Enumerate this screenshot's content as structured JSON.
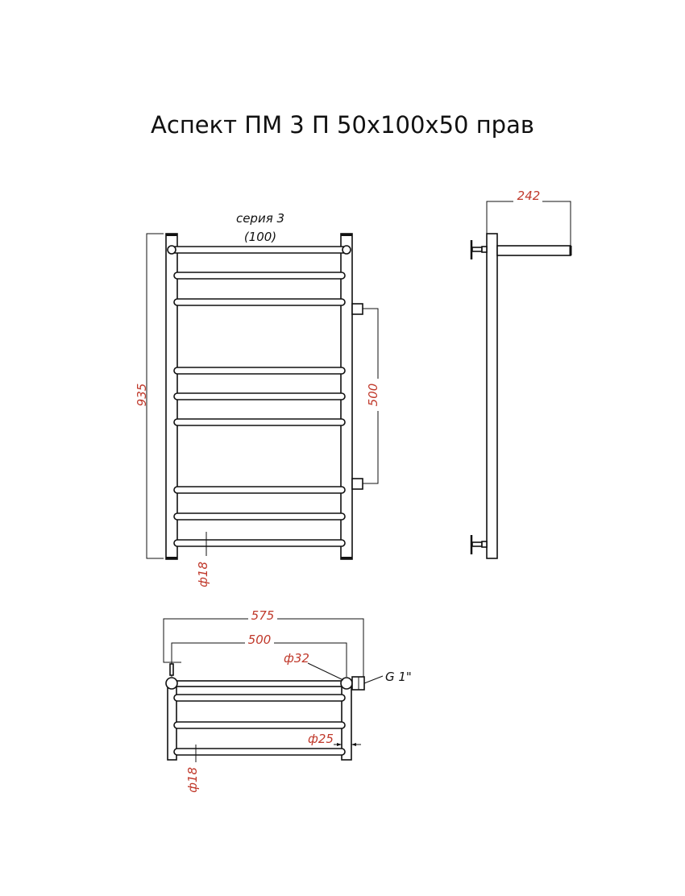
{
  "title": "Аспект ПМ 3 П 50х100х50 прав",
  "front_view": {
    "series_label": "серия 3",
    "series_sub": "(100)",
    "height_dim": "935",
    "connection_dim": "500",
    "bar_diameter": "ф18"
  },
  "side_view": {
    "depth_dim": "242"
  },
  "top_view": {
    "overall_width_dim": "575",
    "center_width_dim": "500",
    "collector_diameter": "ф32",
    "riser_diameter": "ф25",
    "bar_diameter": "ф18",
    "thread_label": "G 1\""
  },
  "colors": {
    "dimension": "#c0392b",
    "line": "#111111"
  }
}
